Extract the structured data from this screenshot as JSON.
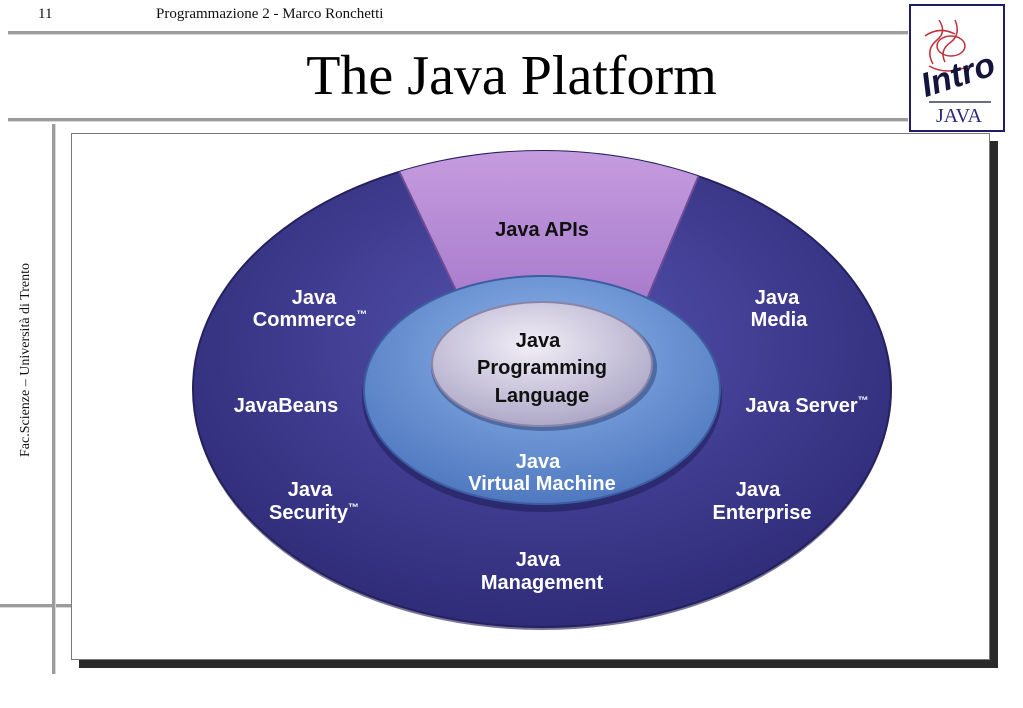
{
  "header": {
    "page_number": "11",
    "text": "Programmazione 2   -  Marco Ronchetti"
  },
  "title": "The Java Platform",
  "side_text": "Fac.Scienze – Università di Trento",
  "logo": {
    "word": "Intro",
    "sub": "JAVA",
    "icon": "java-steaming-cup-icon"
  },
  "diagram": {
    "apis": "Java APIs",
    "commerce": [
      "Java",
      "Commerce",
      "™"
    ],
    "media": [
      "Java",
      "Media"
    ],
    "javabeans": "JavaBeans",
    "server": [
      "Java Server",
      "™"
    ],
    "security": [
      "Java",
      "Security",
      "™"
    ],
    "enterprise": [
      "Java",
      "Enterprise"
    ],
    "management": [
      "Java",
      "Management"
    ],
    "jvm": [
      "Java",
      "Virtual Machine"
    ],
    "language": [
      "Java",
      "Programming",
      "Language"
    ]
  },
  "colors": {
    "outer_ring": "#3d3a8f",
    "apis_wedge": "#b88ad8",
    "jvm_ring": "#6d98d8",
    "language_core": "#d0cbe0"
  }
}
